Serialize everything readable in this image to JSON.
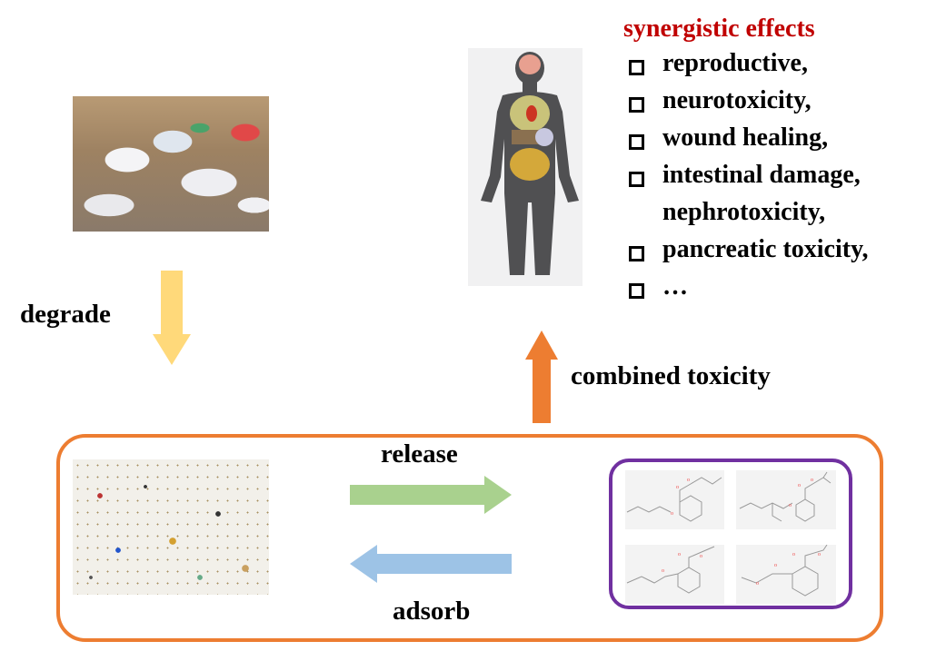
{
  "labels": {
    "degrade": "degrade",
    "combined_toxicity": "combined toxicity",
    "release": "release",
    "adsorb": "adsorb"
  },
  "effects": {
    "title": "synergistic effects",
    "items": [
      {
        "text": "reproductive,",
        "checkbox": true
      },
      {
        "text": "neurotoxicity,",
        "checkbox": true
      },
      {
        "text": "wound  healing,",
        "checkbox": true
      },
      {
        "text": "intestinal damage,",
        "checkbox": true
      },
      {
        "text": "nephrotoxicity,",
        "checkbox": false
      },
      {
        "text": "pancreatic toxicity,",
        "checkbox": true
      },
      {
        "text": "…",
        "checkbox": true
      }
    ]
  },
  "colors": {
    "title_red": "#c00000",
    "degrade_arrow": "#ffd97a",
    "toxicity_arrow": "#ed7d31",
    "release_arrow": "#a9d18e",
    "adsorb_arrow": "#9dc3e6",
    "outer_box": "#ed7d31",
    "chem_box": "#7030a0"
  }
}
